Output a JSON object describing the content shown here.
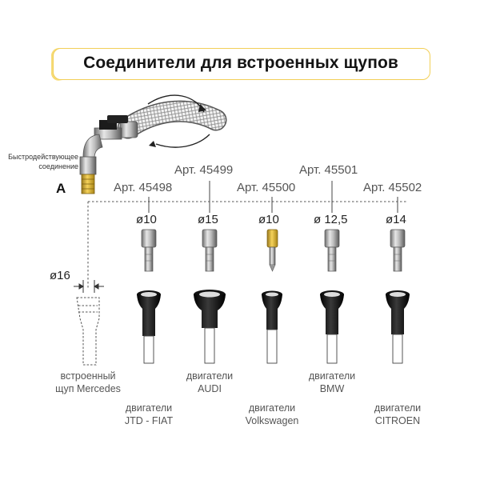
{
  "title": "Соединители для встроенных щупов",
  "quick_coupling": {
    "label_line1": "Быстродействующее",
    "label_line2": "соединение",
    "letter": "A"
  },
  "connectors": [
    {
      "article": "Арт. 45498",
      "diameter": "ø10",
      "engine_line1": "двигатели",
      "engine_line2": "JTD - FIAT"
    },
    {
      "article": "Арт. 45499",
      "diameter": "ø15",
      "engine_line1": "двигатели",
      "engine_line2": "AUDI"
    },
    {
      "article": "Арт. 45500",
      "diameter": "ø10",
      "engine_line1": "двигатели",
      "engine_line2": "Volkswagen"
    },
    {
      "article": "Арт. 45501",
      "diameter": "ø 12,5",
      "engine_line1": "двигатели",
      "engine_line2": "BMW"
    },
    {
      "article": "Арт. 45502",
      "diameter": "ø14",
      "engine_line1": "двигатели",
      "engine_line2": "CITROEN"
    }
  ],
  "mercedes": {
    "diameter": "ø16",
    "line1": "встроенный",
    "line2": "щуп Mercedes"
  },
  "colors": {
    "accent": "#f2cf57",
    "brass": "#e2b83a",
    "rubber": "#1a1a1a"
  }
}
